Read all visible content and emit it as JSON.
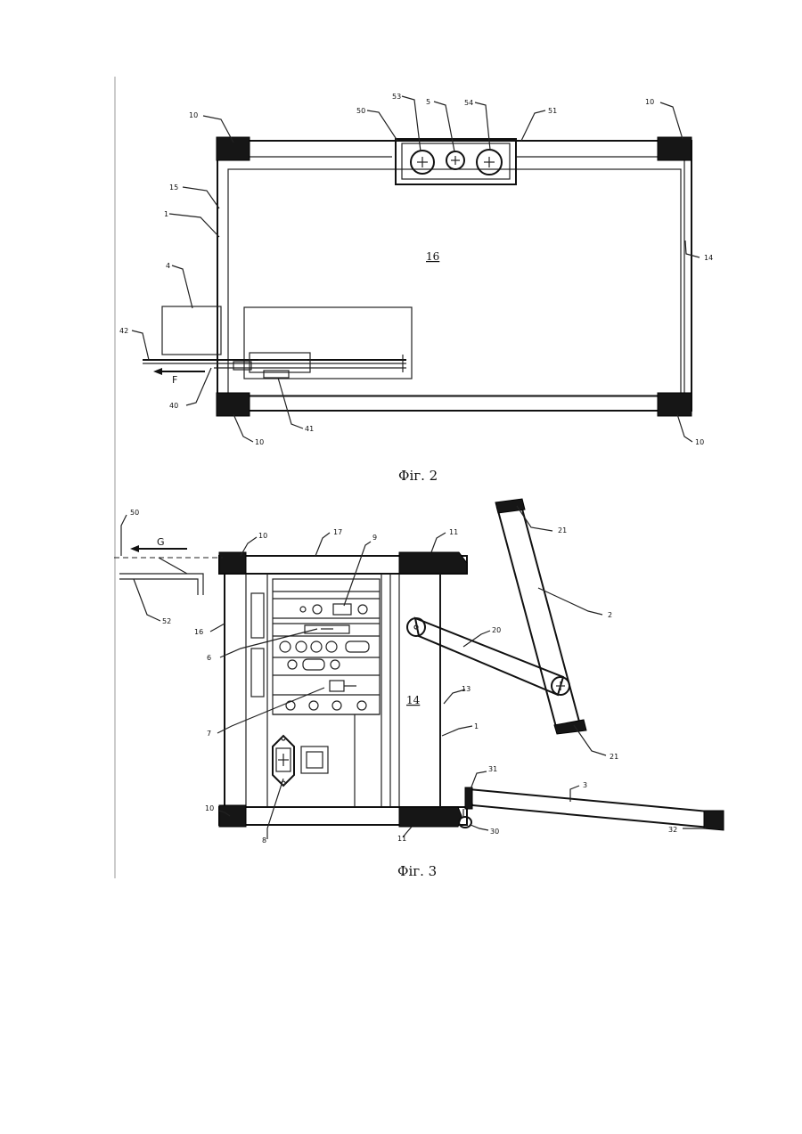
{
  "figures": [
    {
      "caption": "Фіг. 2",
      "area_label": "16",
      "arrow_label": "F",
      "labels": [
        "10",
        "10",
        "53",
        "5",
        "54",
        "50",
        "51",
        "15",
        "1",
        "14",
        "4",
        "42",
        "40",
        "41",
        "10",
        "10"
      ]
    },
    {
      "caption": "Фіг. 3",
      "area_label": "14",
      "arrow_label": "G",
      "labels": [
        "50",
        "10",
        "17",
        "9",
        "11",
        "21",
        "2",
        "52",
        "16",
        "6",
        "20",
        "13",
        "1",
        "7",
        "21",
        "31",
        "3",
        "10",
        "8",
        "11",
        "30",
        "32"
      ]
    }
  ],
  "colors": {
    "ink": "#111111",
    "paper": "#ffffff",
    "fill_dark": "#161616"
  }
}
